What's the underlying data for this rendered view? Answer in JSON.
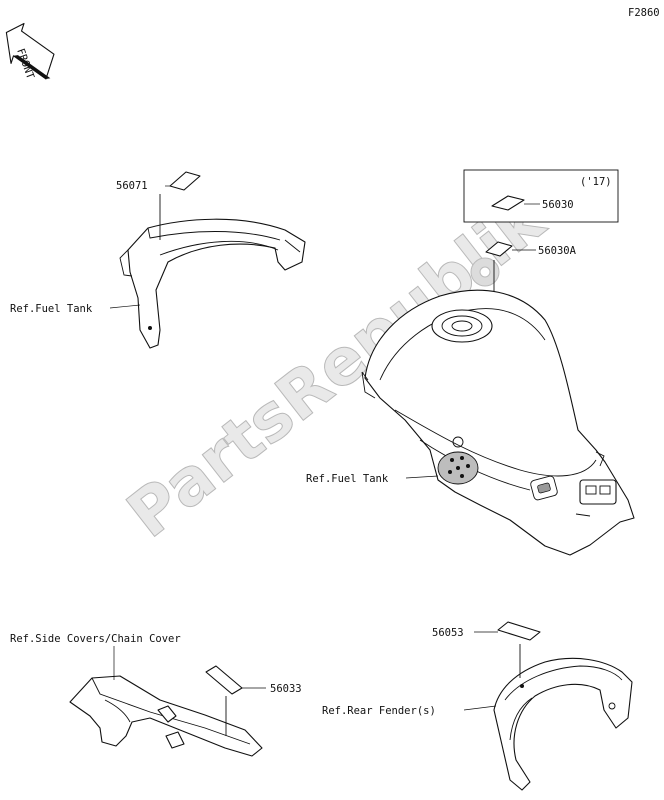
{
  "figure_code": "F2860",
  "front_arrow_label": "FRONT",
  "watermark": "PartsRepublik",
  "parts": {
    "p56071": "56071",
    "p56030": "56030",
    "p56030A": "56030A",
    "p56033": "56033",
    "p56053": "56053"
  },
  "variant_box_label": "('17)",
  "refs": {
    "fuel_tank_1": "Ref.Fuel Tank",
    "fuel_tank_2": "Ref.Fuel Tank",
    "side_covers": "Ref.Side Covers/Chain Cover",
    "rear_fender": "Ref.Rear Fender(s)"
  }
}
